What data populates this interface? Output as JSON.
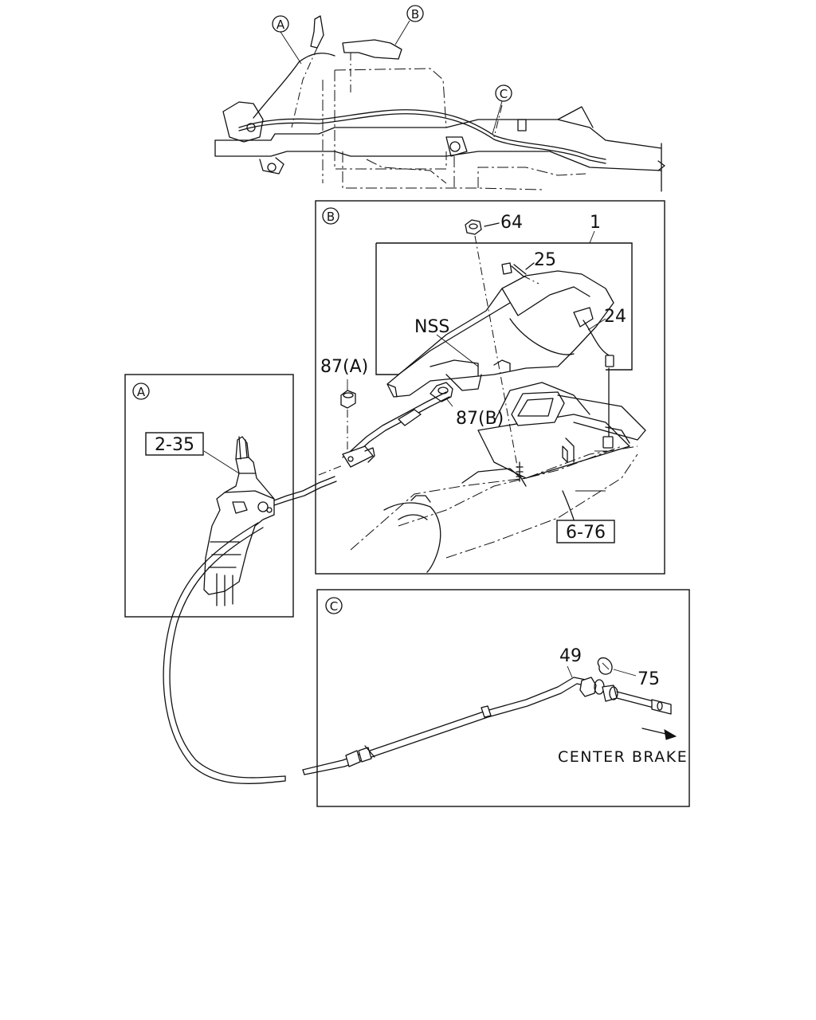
{
  "callouts": {
    "A": "A",
    "B": "B",
    "C": "C"
  },
  "panel_b": {
    "nut": "64",
    "lever_assembly": "1",
    "bolt": "25",
    "switch": "24",
    "nss": "NSS",
    "nut_a": "87(A)",
    "nut_b": "87(B)",
    "ref": "6-76"
  },
  "panel_a": {
    "ref": "2-35"
  },
  "panel_c": {
    "cable": "49",
    "clip": "75",
    "caption": "CENTER BRAKE"
  }
}
